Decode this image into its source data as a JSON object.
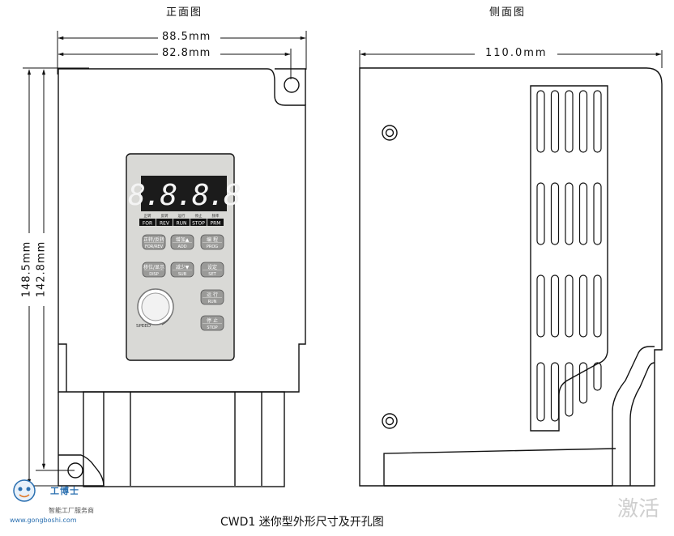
{
  "titles": {
    "front": "正面图",
    "side": "侧面图"
  },
  "caption": "CWD1 迷你型外形尺寸及开孔图",
  "dimensions": {
    "front_width_outer": "88.5mm",
    "front_width_inner": "82.8mm",
    "front_height_outer": "148.5mm",
    "front_height_inner": "142.8mm",
    "side_depth": "110.0mm"
  },
  "display": {
    "digits": "8.8.8.8"
  },
  "indicators": [
    {
      "cn": "正转",
      "en": "FOR"
    },
    {
      "cn": "反转",
      "en": "REV"
    },
    {
      "cn": "运行",
      "en": "RUN"
    },
    {
      "cn": "停止",
      "en": "STOP"
    },
    {
      "cn": "频率",
      "en": "PRM"
    }
  ],
  "keys": [
    {
      "cn": "正转/反转",
      "en": "FOR/REV"
    },
    {
      "cn": "增加▲",
      "en": "ADD"
    },
    {
      "cn": "编 程",
      "en": "PROG"
    },
    {
      "cn": "移位/显示",
      "en": "DISP"
    },
    {
      "cn": "减少▼",
      "en": "SUB"
    },
    {
      "cn": "设定",
      "en": "SET"
    },
    {
      "cn": "运 行",
      "en": "RUN"
    },
    {
      "cn": "停 止",
      "en": "STOP"
    }
  ],
  "knob": {
    "label": "SPEED"
  },
  "watermark": {
    "brand": "工博士",
    "tagline": "智能工厂服务商",
    "url": "www.gongboshi.com",
    "overlay": "激活"
  },
  "colors": {
    "line": "#111111",
    "panel": "#d9d9d6",
    "display": "#1b1b1b",
    "segment": "#f4f4f4"
  }
}
